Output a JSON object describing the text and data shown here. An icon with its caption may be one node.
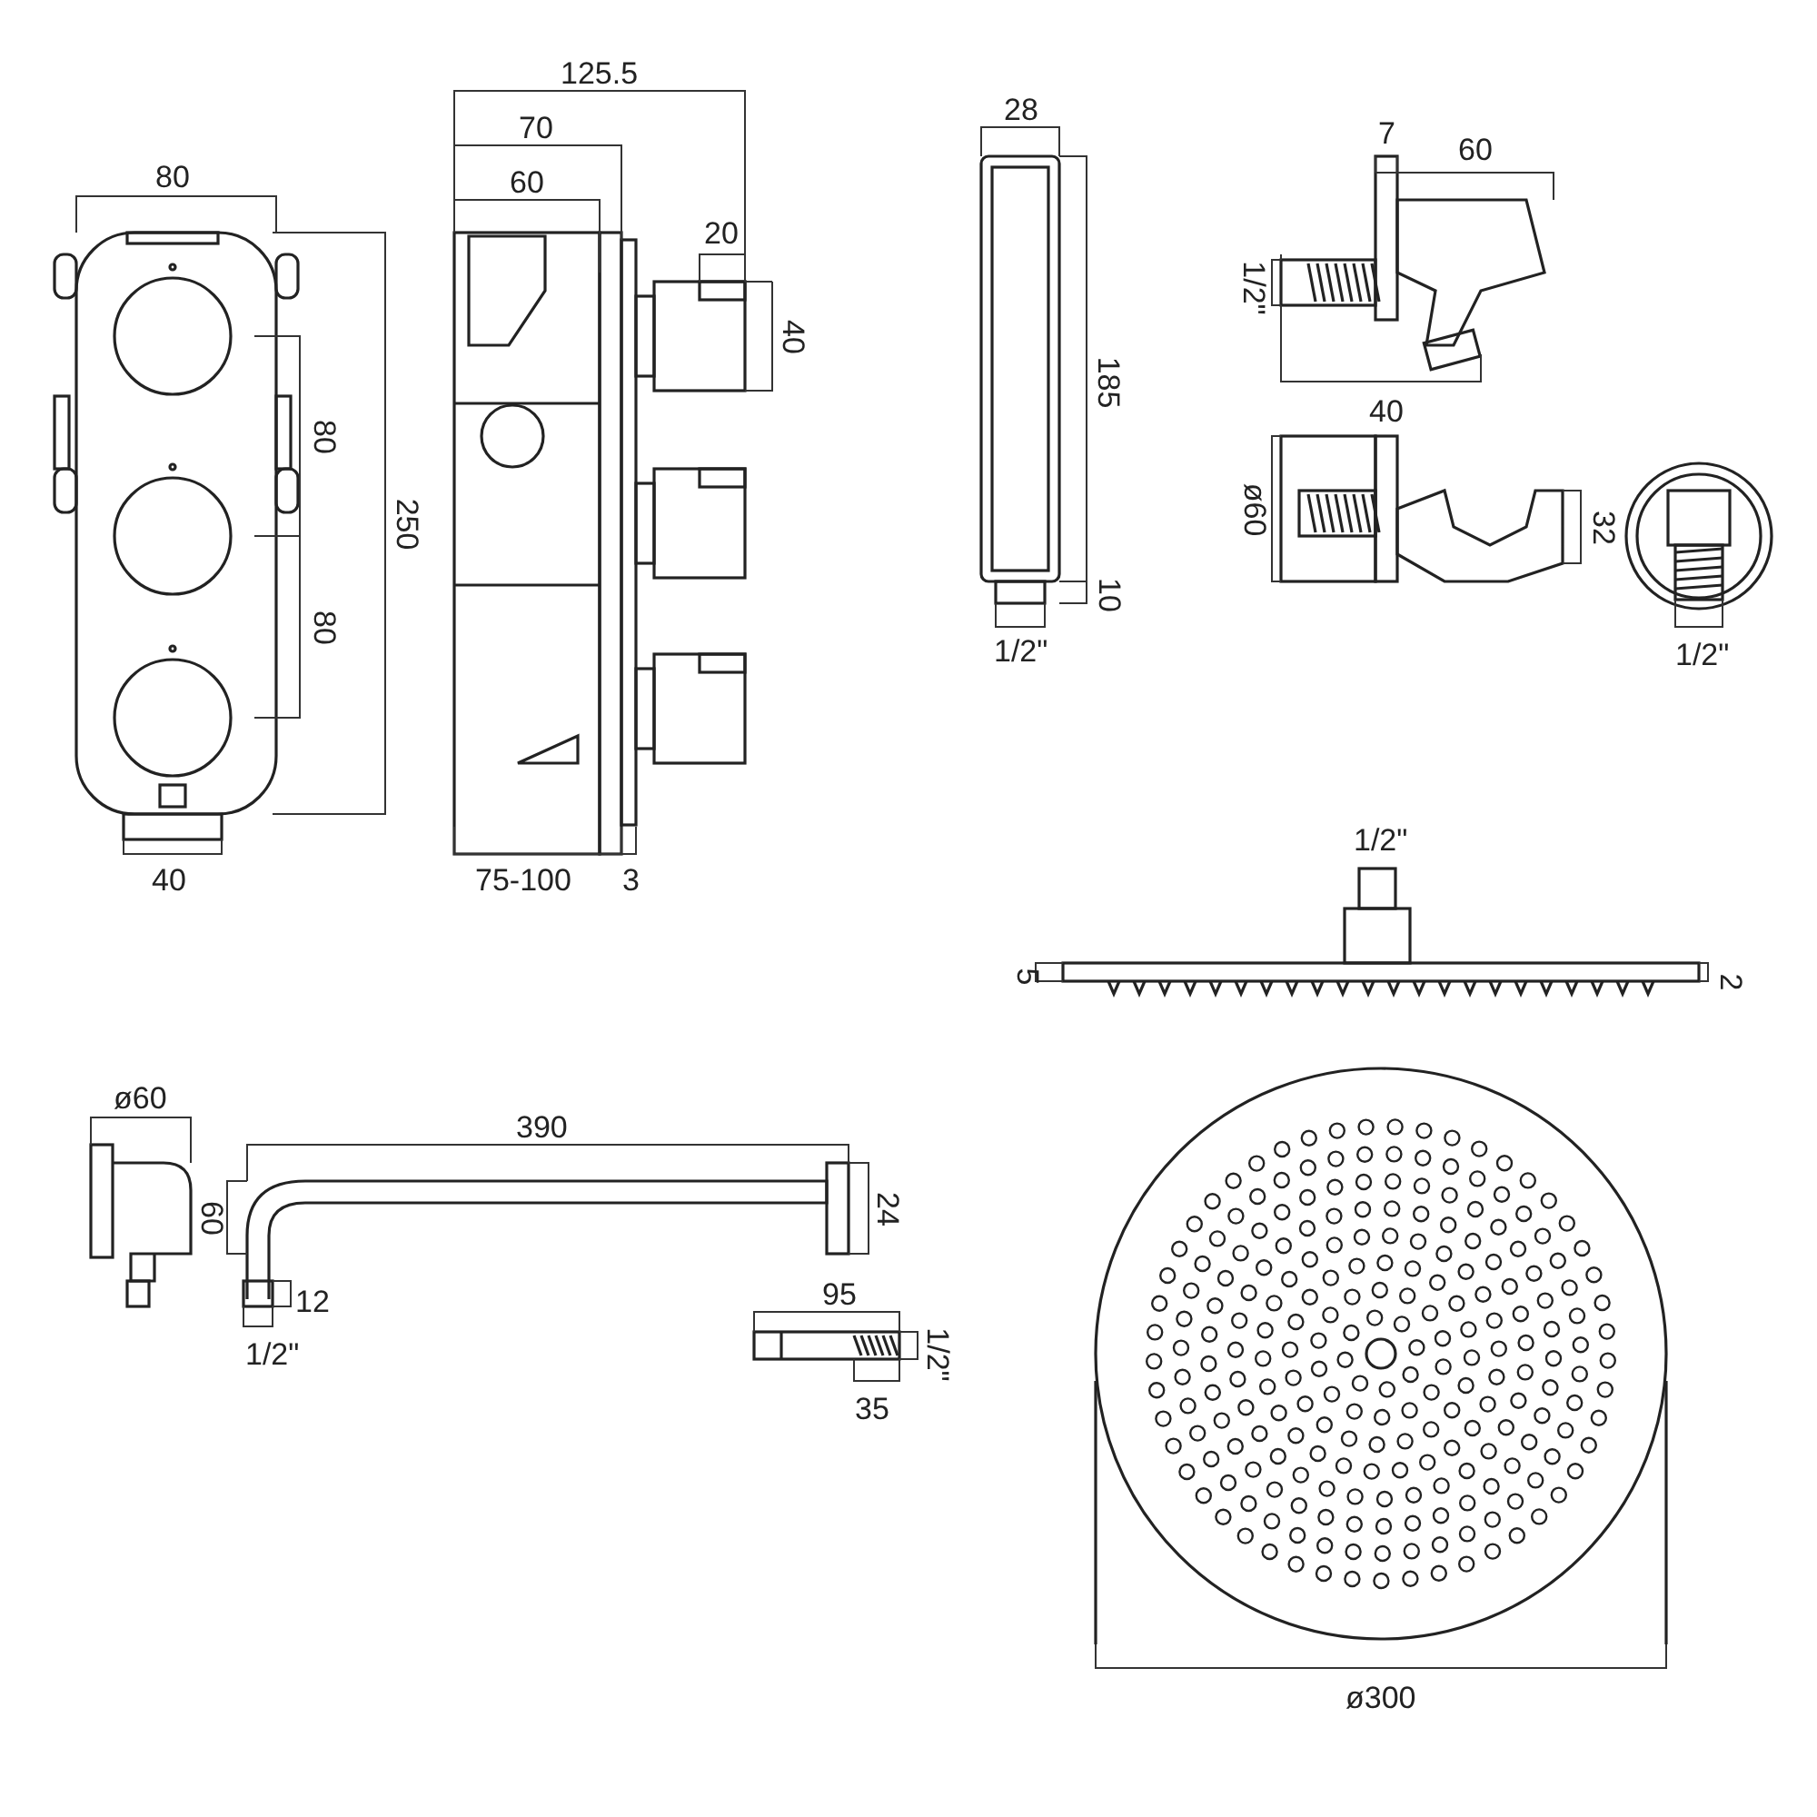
{
  "diagram": {
    "labels": [
      "80",
      "125.5",
      "70",
      "60",
      "20",
      "40",
      "250",
      "80",
      "80",
      "40",
      "75-100",
      "3",
      "28",
      "185",
      "10",
      "1/2\"",
      "7",
      "60",
      "1/2\"",
      "40",
      "ø60",
      "32",
      "1/2\"",
      "1/2\"",
      "5",
      "2",
      "ø60",
      "390",
      "60",
      "24",
      "12",
      "1/2\"",
      "95",
      "1/2\"",
      "35",
      "ø300"
    ]
  }
}
